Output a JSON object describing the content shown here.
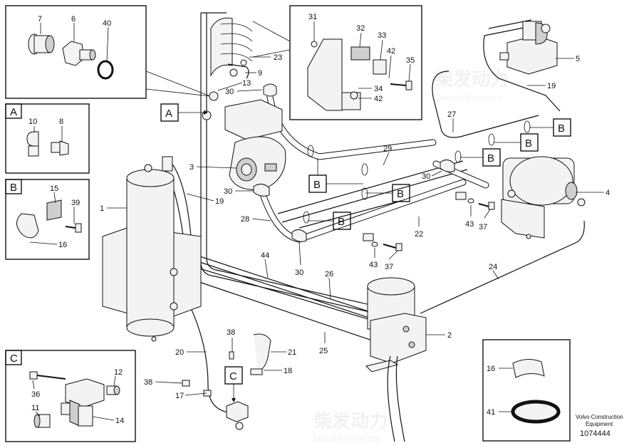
{
  "labels": {
    "n1": "1",
    "n2": "2",
    "n3": "3",
    "n4": "4",
    "n5": "5",
    "n6": "6",
    "n7": "7",
    "n8": "8",
    "n9": "9",
    "n10": "10",
    "n11": "11",
    "n12": "12",
    "n13": "13",
    "n14": "14",
    "n15": "15",
    "n16a": "16",
    "n16b": "16",
    "n17": "17",
    "n18": "18",
    "n19a": "19",
    "n19b": "19",
    "n20": "20",
    "n21": "21",
    "n22": "22",
    "n23": "23",
    "n24": "24",
    "n25": "25",
    "n26": "26",
    "n27": "27",
    "n28": "28",
    "n29": "29",
    "n30a": "30",
    "n30b": "30",
    "n30c": "30",
    "n30d": "30",
    "n31": "31",
    "n32": "32",
    "n33": "33",
    "n34": "34",
    "n35": "35",
    "n36": "36",
    "n37a": "37",
    "n37b": "37",
    "n38a": "38",
    "n38b": "38",
    "n39": "39",
    "n40": "40",
    "n41": "41",
    "n42a": "42",
    "n42b": "42",
    "n43a": "43",
    "n43b": "43",
    "n44": "44"
  },
  "callouts": {
    "A_main": "A",
    "C_main": "C",
    "B1": "B",
    "B2": "B",
    "B3": "B",
    "B4": "B",
    "B5": "B",
    "B6": "B"
  },
  "detail_boxes": {
    "A": "A",
    "B": "B",
    "C": "C"
  },
  "watermark": {
    "cn": "柴发动力",
    "en": "Diesel-Engines"
  },
  "footer": {
    "brand": "Volvo Construction",
    "sub": "Equipment",
    "number": "1074444"
  }
}
